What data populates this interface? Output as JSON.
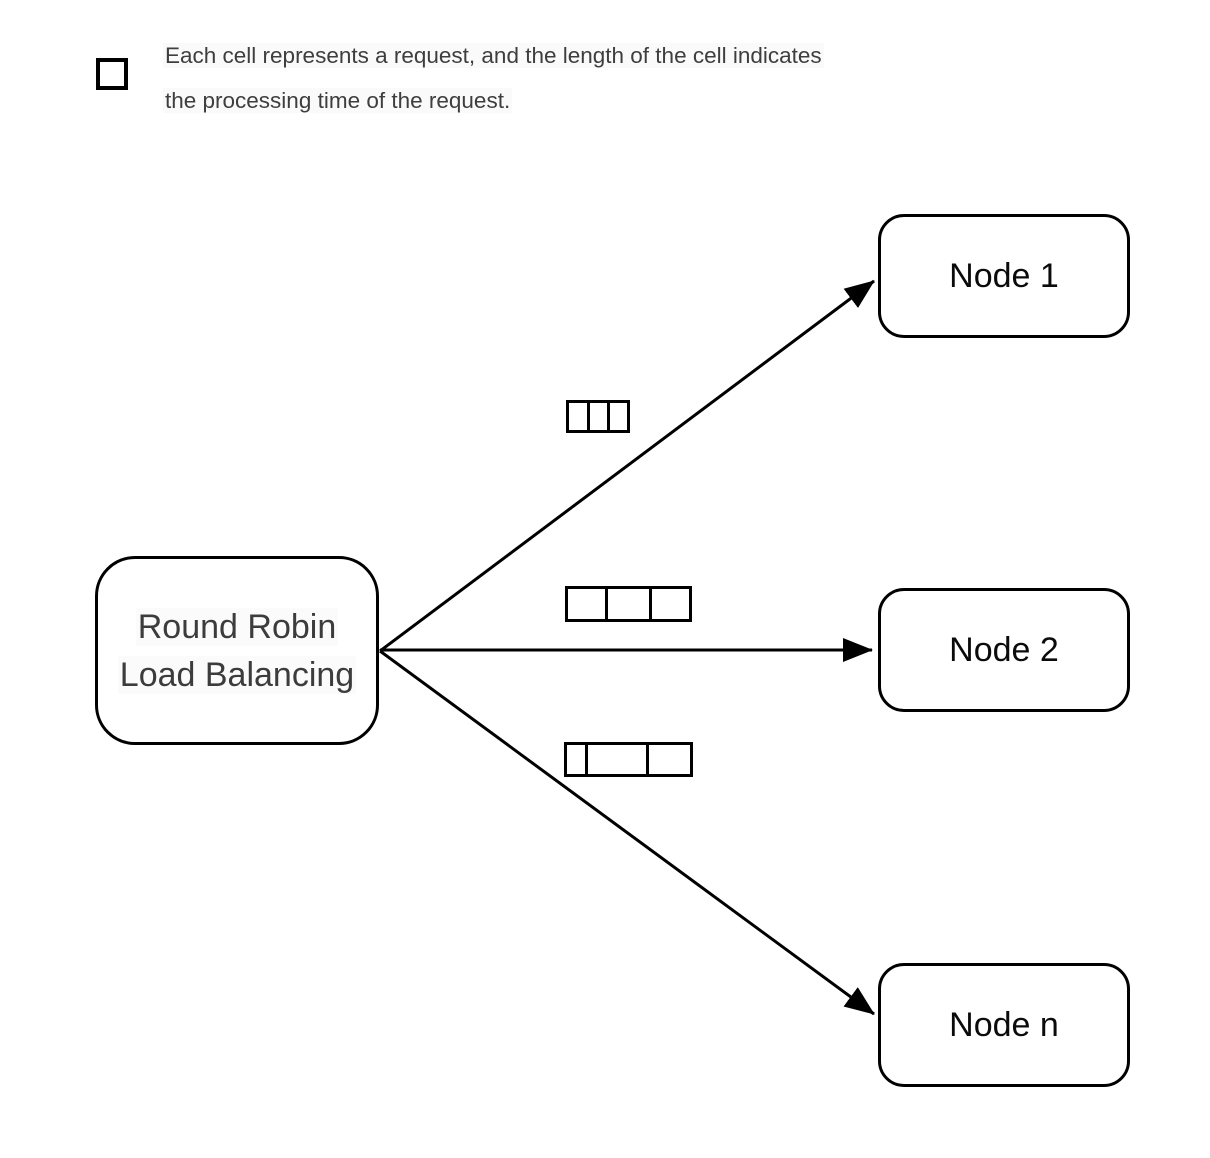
{
  "legend": {
    "icon": "cell-square-icon",
    "line1": "Each cell represents a request, and the length of the cell indicates",
    "line2": "the processing time of the request."
  },
  "balancer": {
    "line1": "Round Robin",
    "line2": "Load Balancing"
  },
  "nodes": [
    {
      "label": "Node 1"
    },
    {
      "label": "Node 2"
    },
    {
      "label": "Node n"
    }
  ],
  "queues": [
    {
      "target": "Node 1",
      "cells": [
        22,
        21,
        20
      ]
    },
    {
      "target": "Node 2",
      "cells": [
        41,
        45,
        41
      ]
    },
    {
      "target": "Node n",
      "cells": [
        20,
        63,
        44
      ]
    }
  ],
  "colors": {
    "line": "#000000",
    "balancer_text": "#3c3c3c",
    "node_text": "#0b0b0b",
    "legend_text": "#3e3e3e",
    "text_highlight": "#fafafa",
    "background": "#ffffff"
  }
}
